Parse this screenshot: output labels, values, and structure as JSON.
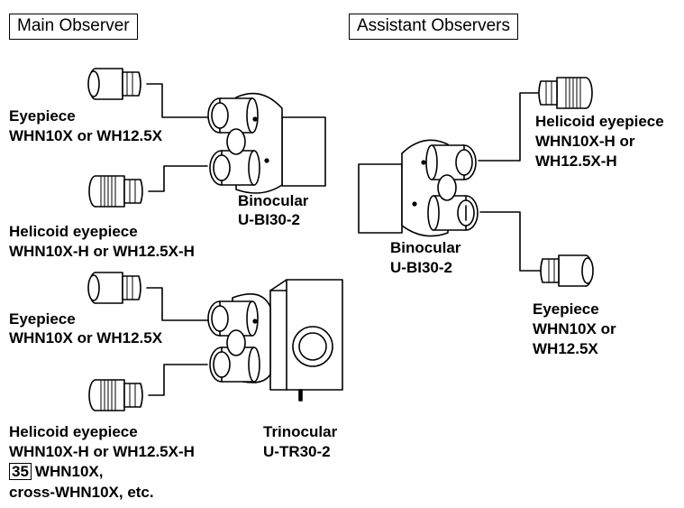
{
  "sections": {
    "main": "Main Observer",
    "assistant": "Assistant Observers"
  },
  "main_top": {
    "eyepiece_label": "Eyepiece",
    "eyepiece_models": "WHN10X or WH12.5X",
    "helicoid_label": "Helicoid eyepiece",
    "helicoid_models": "WHN10X-H or WH12.5X-H",
    "head_label": "Binocular",
    "head_model": "U-BI30-2"
  },
  "main_bottom": {
    "eyepiece_label": "Eyepiece",
    "eyepiece_models": "WHN10X or WH12.5X",
    "helicoid_label": "Helicoid eyepiece",
    "helicoid_models": "WHN10X-H or WH12.5X-H",
    "box_number": "35",
    "extra_models_1": "WHN10X,",
    "extra_models_2": "cross-WHN10X, etc.",
    "head_label": "Trinocular",
    "head_model": "U-TR30-2"
  },
  "assistant": {
    "helicoid_label": "Helicoid eyepiece",
    "helicoid_models_1": "WHN10X-H or",
    "helicoid_models_2": "WH12.5X-H",
    "head_label": "Binocular",
    "head_model": "U-BI30-2",
    "eyepiece_label": "Eyepiece",
    "eyepiece_models_1": "WHN10X or",
    "eyepiece_models_2": "WH12.5X"
  }
}
